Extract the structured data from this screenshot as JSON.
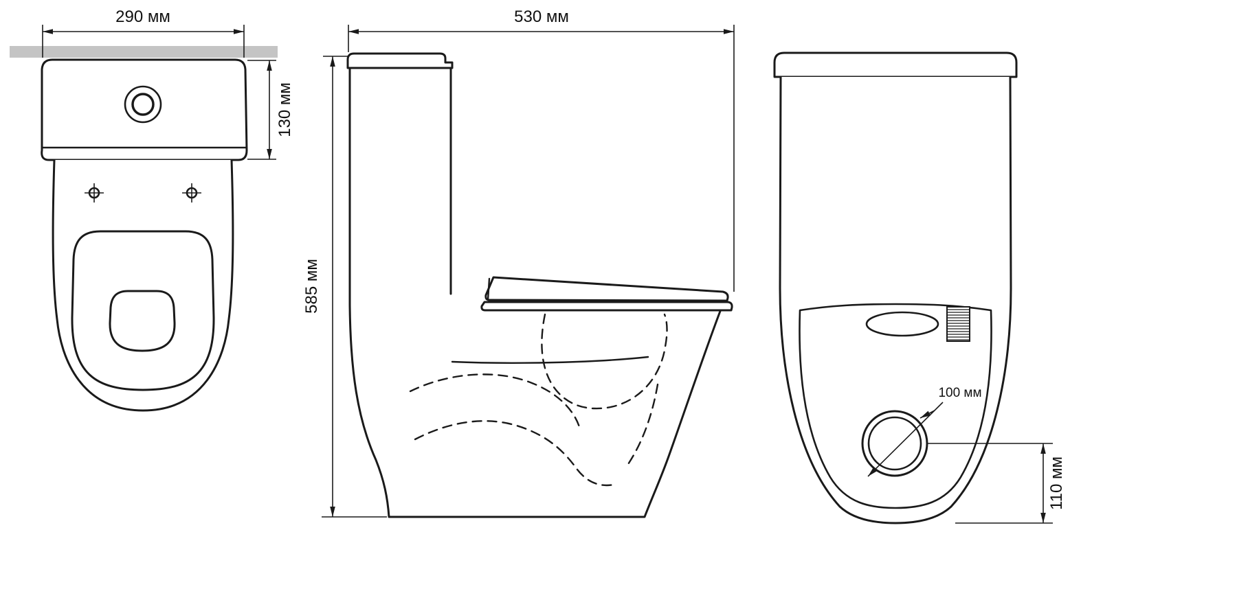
{
  "colors": {
    "line": "#1a1a1a",
    "wall": "#c4c4c4",
    "text": "#111111"
  },
  "views": {
    "top": {
      "width_label": "290 мм",
      "tank_depth_label": "130 мм"
    },
    "side": {
      "depth_label": "530 мм",
      "height_label": "585 мм"
    },
    "rear": {
      "outlet_diameter_label": "100 мм",
      "outlet_height_label": "110 мм"
    }
  }
}
